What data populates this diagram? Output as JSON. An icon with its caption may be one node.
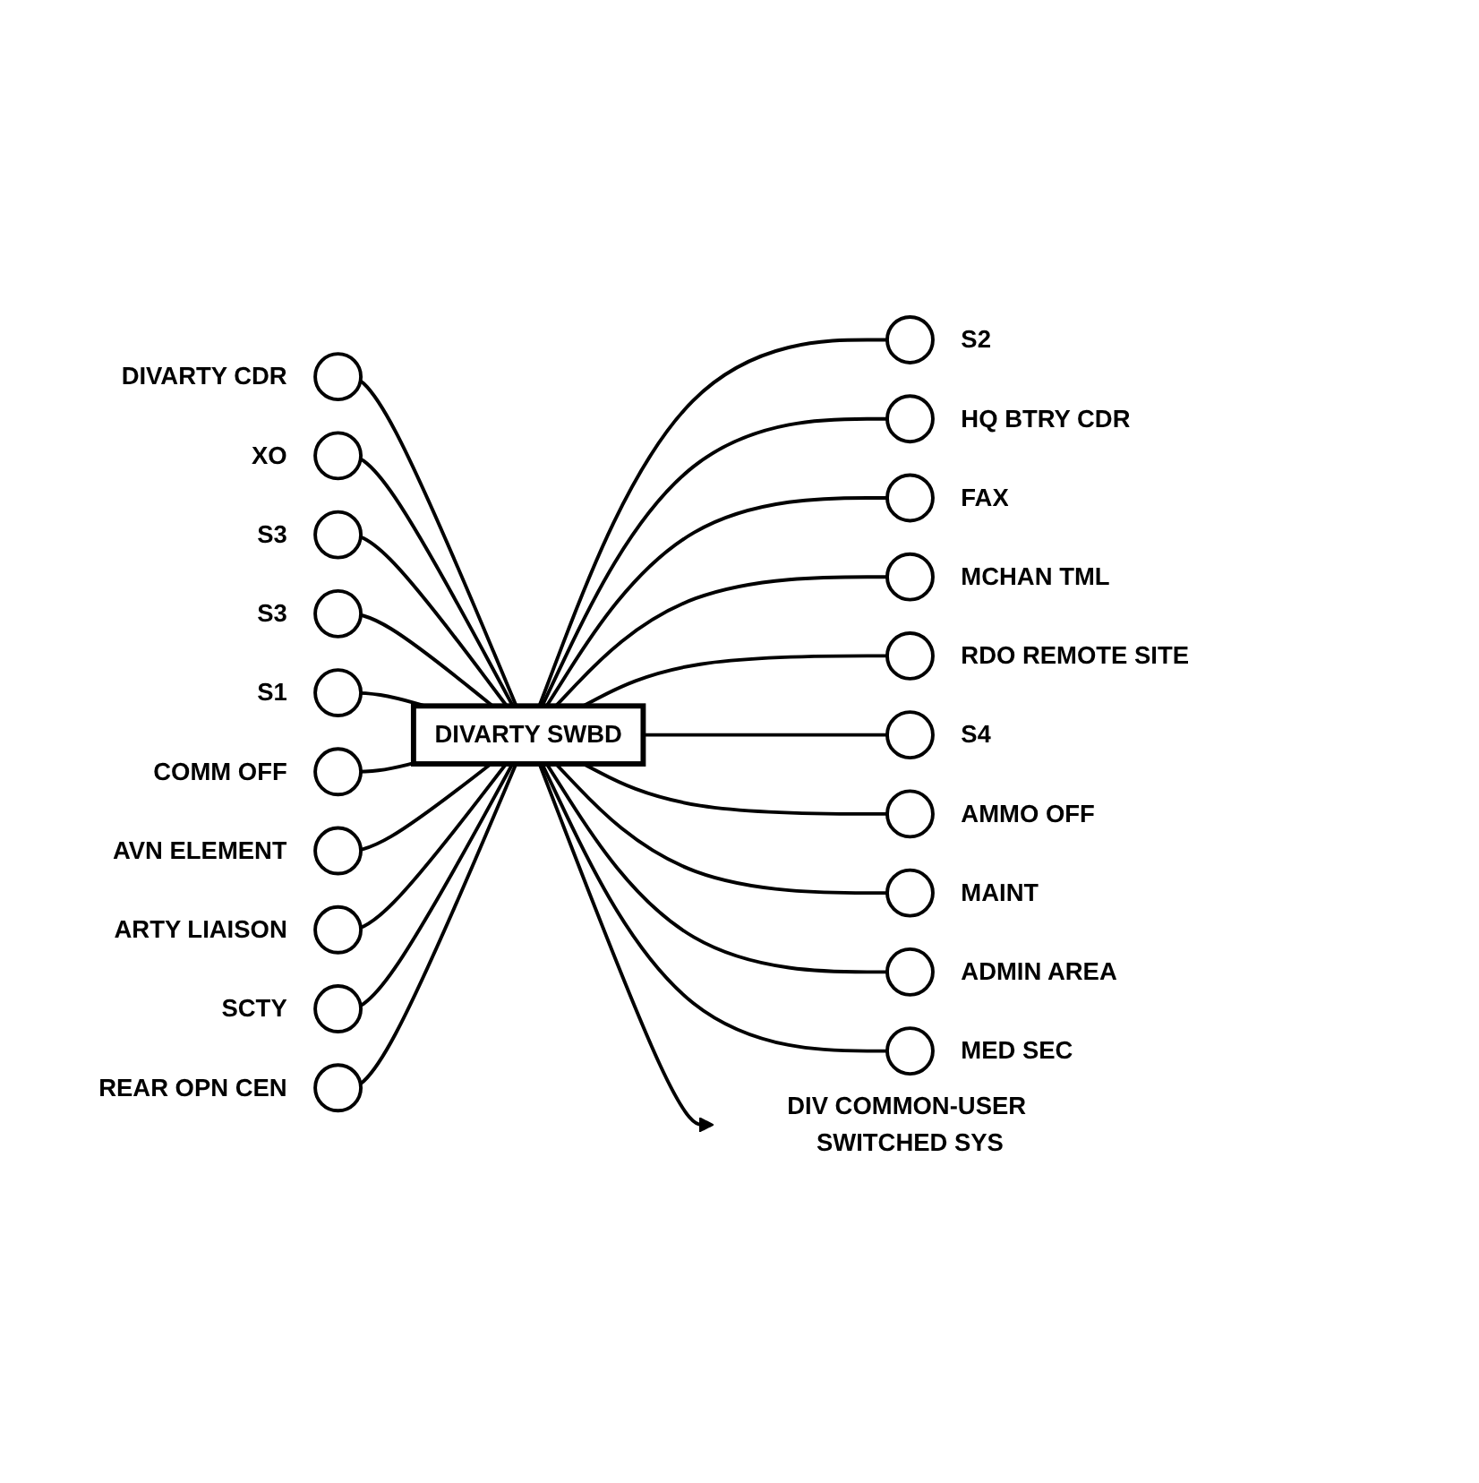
{
  "diagram": {
    "nodes": [
      {
        "text": [
          "DIVARTY SWBD"
        ]
      },
      {
        "text": [],
        "shape": "circle",
        "beside": [
          "DIVARTY CDR"
        ]
      },
      {
        "text": [],
        "shape": "circle",
        "beside": [
          "XO"
        ]
      },
      {
        "text": [],
        "shape": "circle",
        "beside": [
          "S3"
        ]
      },
      {
        "text": [],
        "shape": "circle",
        "beside": [
          "S3"
        ]
      },
      {
        "text": [],
        "shape": "circle",
        "beside": [
          "S1"
        ]
      },
      {
        "text": [],
        "shape": "circle",
        "beside": [
          "COMM OFF"
        ]
      },
      {
        "text": [],
        "shape": "circle",
        "beside": [
          "AVN ELEMENT"
        ]
      },
      {
        "text": [],
        "shape": "circle",
        "beside": [
          "ARTY LIAISON"
        ]
      },
      {
        "text": [],
        "shape": "circle",
        "beside": [
          "SCTY"
        ]
      },
      {
        "text": [],
        "shape": "circle",
        "beside": [
          "REAR OPN CEN"
        ]
      },
      {
        "text": [],
        "shape": "circle",
        "beside": [
          "S2"
        ]
      },
      {
        "text": [],
        "shape": "circle",
        "beside": [
          "HQ BTRY CDR"
        ]
      },
      {
        "text": [],
        "shape": "circle",
        "beside": [
          "FAX"
        ]
      },
      {
        "text": [],
        "shape": "circle",
        "beside": [
          "MCHAN TML"
        ]
      },
      {
        "text": [],
        "shape": "circle",
        "beside": [
          "RDO REMOTE SITE"
        ]
      },
      {
        "text": [],
        "shape": "circle",
        "beside": [
          "S4"
        ]
      },
      {
        "text": [],
        "shape": "circle",
        "beside": [
          "AMMO OFF"
        ]
      },
      {
        "text": [],
        "shape": "circle",
        "beside": [
          "MAINT"
        ]
      },
      {
        "text": [],
        "shape": "circle",
        "beside": [
          "ADMIN AREA"
        ]
      },
      {
        "text": [],
        "shape": "circle",
        "beside": [
          "MED SEC"
        ]
      },
      {
        "text": [
          "DIV COMMON-USER SWITCHED SYS"
        ]
      }
    ],
    "edges": [
      {
        "from": 1,
        "to": 0,
        "arrow": "none"
      },
      {
        "from": 2,
        "to": 0,
        "arrow": "none"
      },
      {
        "from": 3,
        "to": 0,
        "arrow": "none"
      },
      {
        "from": 4,
        "to": 0,
        "arrow": "none"
      },
      {
        "from": 5,
        "to": 0,
        "arrow": "none"
      },
      {
        "from": 6,
        "to": 0,
        "arrow": "none"
      },
      {
        "from": 7,
        "to": 0,
        "arrow": "none"
      },
      {
        "from": 8,
        "to": 0,
        "arrow": "none"
      },
      {
        "from": 9,
        "to": 0,
        "arrow": "none"
      },
      {
        "from": 10,
        "to": 0,
        "arrow": "none"
      },
      {
        "from": 0,
        "to": 11,
        "arrow": "none"
      },
      {
        "from": 0,
        "to": 12,
        "arrow": "none"
      },
      {
        "from": 0,
        "to": 13,
        "arrow": "none"
      },
      {
        "from": 0,
        "to": 14,
        "arrow": "none"
      },
      {
        "from": 0,
        "to": 15,
        "arrow": "none"
      },
      {
        "from": 0,
        "to": 16,
        "arrow": "none"
      },
      {
        "from": 0,
        "to": 17,
        "arrow": "none"
      },
      {
        "from": 0,
        "to": 18,
        "arrow": "none"
      },
      {
        "from": 0,
        "to": 19,
        "arrow": "none"
      },
      {
        "from": 0,
        "to": 20,
        "arrow": "none"
      },
      {
        "from": 0,
        "to": 21,
        "arrow": "to"
      }
    ]
  }
}
